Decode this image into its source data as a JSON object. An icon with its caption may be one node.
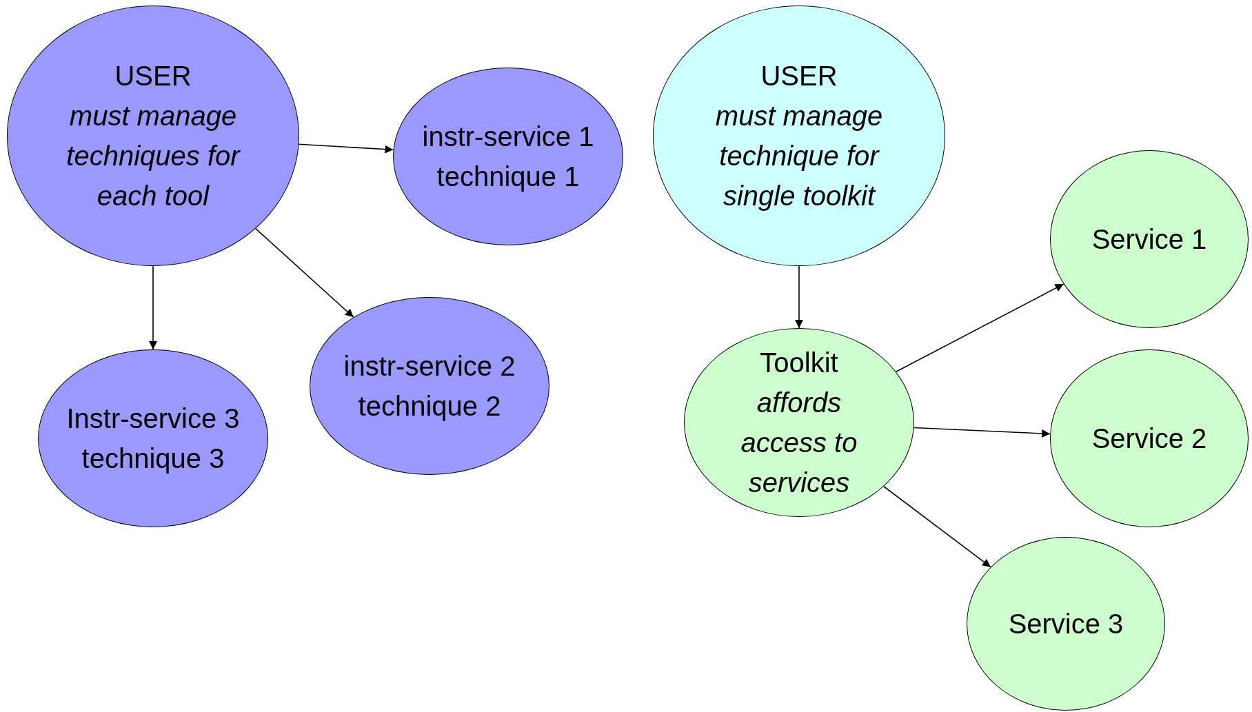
{
  "diagram": {
    "nodes": [
      {
        "text": [
          "USER",
          "must manage techniques for each tool"
        ]
      },
      {
        "text": [
          "instr-service 1",
          "technique 1"
        ]
      },
      {
        "text": [
          "instr-service 2",
          "technique 2"
        ]
      },
      {
        "text": [
          "Instr-service 3",
          "technique 3"
        ]
      },
      {
        "text": [
          "USER",
          "must manage technique for single toolkit"
        ]
      },
      {
        "text": [
          "Toolkit",
          "affords access to services"
        ]
      },
      {
        "text": [
          "Service 1"
        ]
      },
      {
        "text": [
          "Service 2"
        ]
      },
      {
        "text": [
          "Service 3"
        ]
      }
    ],
    "edges": [
      {
        "from": 0,
        "to": 1,
        "arrow": "to"
      },
      {
        "from": 0,
        "to": 2,
        "arrow": "to"
      },
      {
        "from": 0,
        "to": 3,
        "arrow": "to"
      },
      {
        "from": 4,
        "to": 5,
        "arrow": "to"
      },
      {
        "from": 5,
        "to": 6,
        "arrow": "to"
      },
      {
        "from": 5,
        "to": 7,
        "arrow": "to"
      },
      {
        "from": 5,
        "to": 8,
        "arrow": "to"
      }
    ]
  }
}
